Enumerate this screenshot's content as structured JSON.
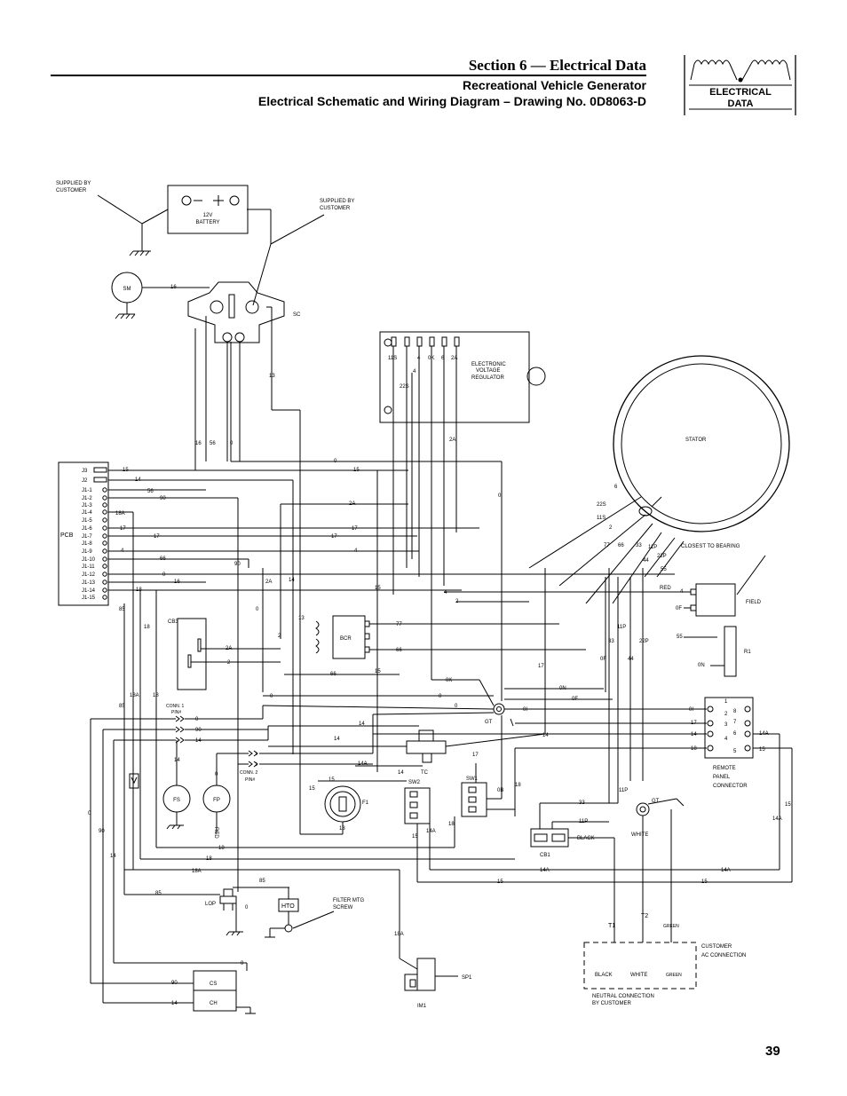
{
  "header": {
    "section_title": "Section 6 — Electrical Data",
    "subtitle": "Recreational Vehicle Generator",
    "drawing_title": "Electrical Schematic and Wiring Diagram – Drawing No. 0D8063-D",
    "badge_line1": "ELECTRICAL",
    "badge_line2": "DATA",
    "page_number": "39"
  },
  "components": {
    "supplied_by_1": "SUPPLIED BY",
    "customer_1": "CUSTOMER",
    "supplied_by_2": "SUPPLIED BY",
    "customer_2": "CUSTOMER",
    "battery_volt": "12V",
    "battery_label": "BATTERY",
    "sm": "SM",
    "sc": "SC",
    "evr_1": "ELECTRONIC",
    "evr_2": "VOLTAGE",
    "evr_3": "REGULATOR",
    "stator": "STATOR",
    "closest_bearing": "CLOSEST TO BEARING",
    "pcb": "PCB",
    "cb3": "CB3",
    "bcr": "BCR",
    "field": "FIELD",
    "red_field": "RED",
    "r1": "R1",
    "gt1": "GT",
    "gt2": "GT",
    "tc": "TC",
    "sw2": "SW2",
    "sw1": "SW1",
    "f1": "F1",
    "fs": "FS",
    "fp": "FP",
    "red_fp": "RED",
    "conn1_a": "CONN. 1",
    "conn1_b": "PIN#",
    "conn2_a": "CONN. 2",
    "conn2_b": "PIN#",
    "cb1": "CB1",
    "black_cb1": "BLACK",
    "white_gt": "WHITE",
    "remote_1": "REMOTE",
    "remote_2": "PANEL",
    "remote_3": "CONNECTOR",
    "lop": "LOP",
    "hto": "HTO",
    "filter_1": "FILTER MTG",
    "filter_2": "SCREW",
    "cs": "CS",
    "ch": "CH",
    "im1": "IM1",
    "sp1": "SP1",
    "t1": "T1",
    "t2": "T2",
    "green_t": "GREEN",
    "customer_ac_1": "CUSTOMER",
    "customer_ac_2": "AC CONNECTION",
    "ac_black": "BLACK",
    "ac_white": "WHITE",
    "ac_green": "GREEN",
    "neutral_1": "NEUTRAL CONNECTION",
    "neutral_2": "BY CUSTOMER"
  },
  "pcb_pins": [
    "J3",
    "J2",
    "J1-1",
    "J1-2",
    "J1-3",
    "J1-4",
    "J1-5",
    "J1-6",
    "J1-7",
    "J1-8",
    "J1-9",
    "J1-10",
    "J1-11",
    "J1-12",
    "J1-13",
    "J1-14",
    "J1-15"
  ],
  "evr_terminals": [
    "11S",
    "4",
    "0K",
    "6",
    "2A"
  ],
  "remote_pins": [
    "1",
    "2",
    "3",
    "4",
    "5",
    "6",
    "7",
    "8"
  ],
  "wire_labels": {
    "w16_sm": "16",
    "w13": "13",
    "w16": "16",
    "w56": "56",
    "w0_sc": "0",
    "w22s_evr": "22S",
    "w4_evr": "4",
    "w2a_evr": "2A",
    "w0_evr": "0",
    "p15": "15",
    "p14": "14",
    "p56": "56",
    "p90": "90",
    "p18a": "18A",
    "p17": "17",
    "p17b": "17",
    "p4": "4",
    "p66": "66",
    "p0": "0",
    "p16": "16",
    "p18": "18",
    "r0": "0",
    "r15": "15",
    "r2a": "2A",
    "r17": "17",
    "r17b": "17",
    "r4": "4",
    "c90": "90",
    "c2a": "2A",
    "c0": "0",
    "c2": "2",
    "c14": "14",
    "c13": "13",
    "c15": "15",
    "cb3_2a": "2A",
    "cb3_2": "2",
    "s22s": "22S",
    "s6": "6",
    "s11s": "11S",
    "s2": "2",
    "s77": "77",
    "s66": "66",
    "s33": "33",
    "s11p": "11P",
    "s44": "44",
    "s22p": "22P",
    "s55": "55",
    "f4": "4",
    "f2": "2",
    "f4b": "4",
    "f0f": "0F",
    "f55": "55",
    "f0n": "0N",
    "bcr77": "77",
    "bcr66": "66",
    "bcr66b": "66",
    "v33": "33",
    "v11p": "11P",
    "v0f": "0F",
    "v22p": "22P",
    "v44": "44",
    "v17": "17",
    "h0k": "0K",
    "h0": "0",
    "h0b": "0",
    "h0c": "0",
    "h0n": "0N",
    "h0f": "0F",
    "h0i": "0I",
    "h14": "14",
    "h14b": "14",
    "h14a": "14A",
    "h15": "15",
    "h14c": "14",
    "rp0i": "0I",
    "rp17": "17",
    "rp14": "14",
    "rp18": "18",
    "rp14a": "14A",
    "rp15": "15",
    "cn0": "0",
    "cn90": "90",
    "cn14": "14",
    "cn1": "1",
    "cn2": "2",
    "sw15": "15",
    "sw15b": "15",
    "sw14": "14",
    "sw15c": "15",
    "sw14a": "14A",
    "sw13": "13",
    "sw1_17": "17",
    "sw1_0b": "0B",
    "sw1_18": "18",
    "sw18b": "18",
    "cb1_33": "33",
    "cb1_11p": "11P",
    "gt11p": "11P",
    "b18": "18",
    "b18b": "18",
    "b18a": "18A",
    "b14a": "14A",
    "b15": "15",
    "b15b": "15",
    "b14a2": "14A",
    "b15r": "15",
    "b14ar": "14A",
    "l85": "85",
    "l85b": "85",
    "l85c": "85",
    "l0": "0",
    "l18a": "18A",
    "l18": "18",
    "l18b": "18",
    "l0a": "0",
    "l90": "90",
    "l14": "14",
    "l0c": "0",
    "l90b": "90",
    "l14b": "14",
    "fs14": "14",
    "fp0": "0",
    "im18a": "18A"
  }
}
